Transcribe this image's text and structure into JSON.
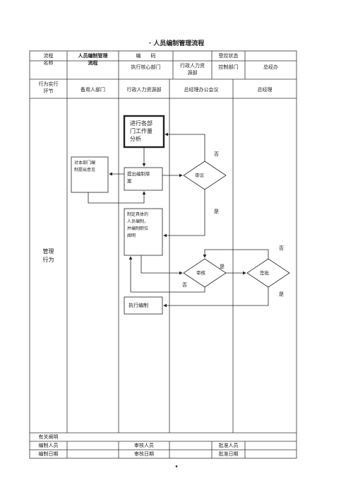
{
  "title": "· 人员编制管理流程",
  "header": {
    "row1": {
      "label": "流程\n名称",
      "name": "人员编制管理\n流程",
      "code_label": "编　　码",
      "code_value": "",
      "control_label": "受控状态",
      "control_value": ""
    },
    "row2": {
      "exec_core": "执行核心部门",
      "exec_core_value": "行政人力资\n源部",
      "control_dept": "控制部门",
      "control_dept_value": "总经办"
    }
  },
  "lanes": {
    "row_label": "行为实行\n环节",
    "names": [
      "备用人部门",
      "行政人力资源部",
      "总经理办公会议",
      "总经理"
    ]
  },
  "body_label": "管理\n行为",
  "nodes": {
    "n1": "进行各部\n门工作量\n分析",
    "n2": "对本部门编\n制提出意见",
    "n3": "提出编制草\n案",
    "n4": "审议",
    "n5": "制定具体的\n人员编制，\n并编制职位\n阐明",
    "n6": "审核",
    "n7": "签批",
    "n8": "执行编制"
  },
  "edge_labels": {
    "no1": "否",
    "yes1": "是",
    "no2": "否",
    "yes2": "是",
    "no3": "否",
    "yes3": "是"
  },
  "footer": {
    "related": "有关阐明",
    "author_label": "编制人员",
    "reviewer_label": "审核人员",
    "approver_label": "批准人员",
    "author_date_label": "编制日期",
    "review_date_label": "审核日期",
    "approve_date_label": "批准日期"
  },
  "page_marker": "•"
}
